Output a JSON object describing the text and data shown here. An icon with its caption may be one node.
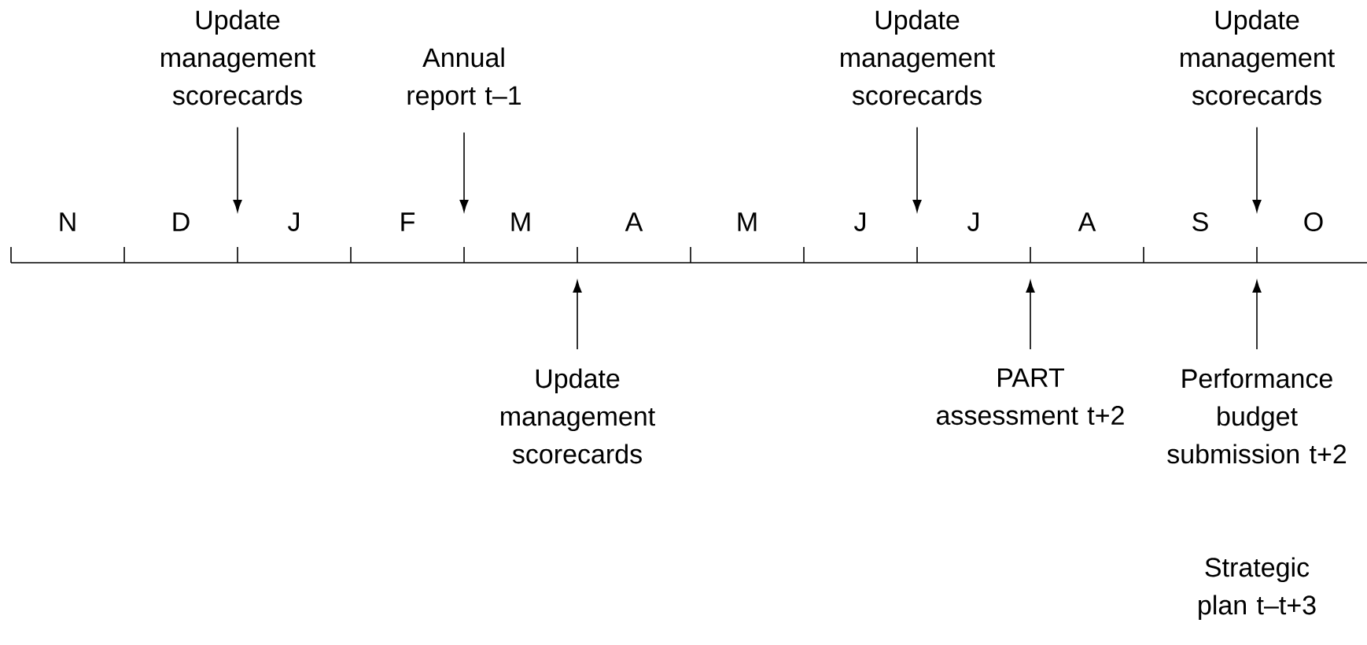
{
  "diagram": {
    "nodes": [
      {
        "text": [
          "Update management scorecards"
        ]
      },
      {
        "text": [
          "Annual report t–1"
        ]
      },
      {
        "text": [
          "Update management scorecards"
        ]
      },
      {
        "text": [
          "Update management scorecards"
        ]
      },
      {
        "text": [
          "Update management scorecards"
        ]
      },
      {
        "text": [
          "PART assessment t+2"
        ]
      },
      {
        "text": [
          "Performance budget submission t+2"
        ]
      }
    ],
    "edges": [
      {
        "from": 0,
        "to": null,
        "arrow": "to"
      },
      {
        "from": 1,
        "to": null,
        "arrow": "to"
      },
      {
        "from": 2,
        "to": null,
        "arrow": "to"
      },
      {
        "from": 3,
        "to": null,
        "arrow": "to"
      },
      {
        "from": 4,
        "to": null,
        "arrow": "to"
      },
      {
        "from": 5,
        "to": null,
        "arrow": "to"
      },
      {
        "from": 6,
        "to": null,
        "arrow": "to"
      }
    ],
    "labels": [
      "N",
      "D",
      "J",
      "F",
      "M",
      "A",
      "M",
      "J",
      "J",
      "A",
      "S",
      "O",
      "Strategic plan t–t+3"
    ]
  }
}
